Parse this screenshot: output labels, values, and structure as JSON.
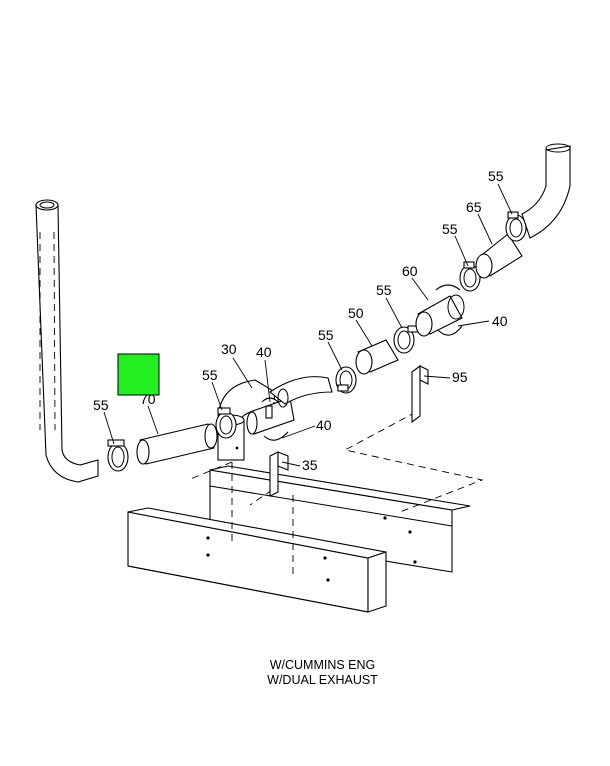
{
  "callouts": [
    "55",
    "70",
    "55",
    "30",
    "40",
    "40",
    "35",
    "55",
    "50",
    "55",
    "60",
    "40",
    "95",
    "55",
    "65",
    "55"
  ],
  "caption": {
    "line1": "W/CUMMINS ENG",
    "line2": "W/DUAL EXHAUST"
  },
  "colors": {
    "highlight": "#22ee22",
    "line": "#000000",
    "background": "#ffffff"
  }
}
